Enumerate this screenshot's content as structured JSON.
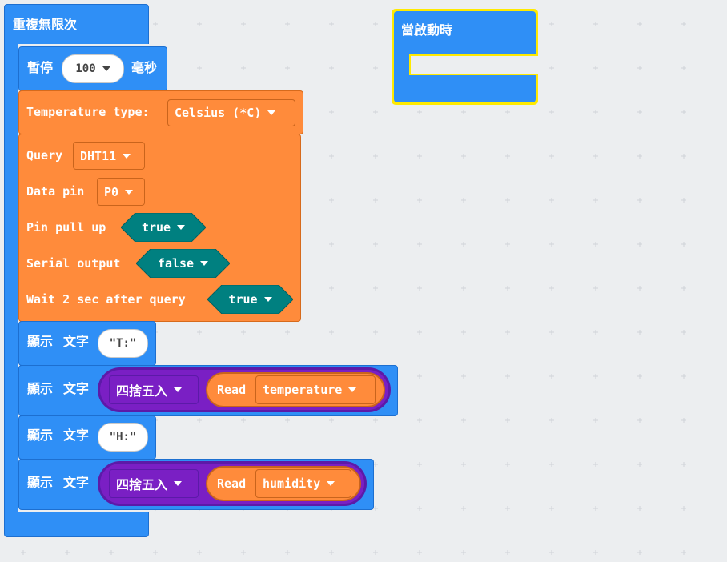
{
  "workspace": {
    "forever_block": {
      "label": "重複無限次"
    },
    "on_start_block": {
      "label": "當啟動時"
    },
    "pause_block": {
      "label": "暫停",
      "value": "100",
      "unit": "毫秒"
    },
    "temperature_type_block": {
      "label": "Temperature type:",
      "value": "Celsius (*C)"
    },
    "query_block": {
      "query_label": "Query",
      "sensor": "DHT11",
      "data_pin_label": "Data pin",
      "data_pin": "P0",
      "pull_up_label": "Pin pull up",
      "pull_up": "true",
      "serial_label": "Serial output",
      "serial": "false",
      "wait_label": "Wait 2 sec after query",
      "wait": "true"
    },
    "show_text_1": {
      "label1": "顯示",
      "label2": "文字",
      "value": "\"T:\""
    },
    "show_text_2": {
      "label1": "顯示",
      "label2": "文字",
      "round": "四捨五入",
      "read": "Read",
      "field": "temperature"
    },
    "show_text_3": {
      "label1": "顯示",
      "label2": "文字",
      "value": "\"H:\""
    },
    "show_text_4": {
      "label1": "顯示",
      "label2": "文字",
      "round": "四捨五入",
      "read": "Read",
      "field": "humidity"
    }
  },
  "colors": {
    "basic_blue": "#2f8ff6",
    "sensor_orange": "#ff8b3b",
    "boolean_teal": "#008080",
    "math_purple": "#7a1fc4",
    "highlight_yellow": "#ffea00"
  }
}
